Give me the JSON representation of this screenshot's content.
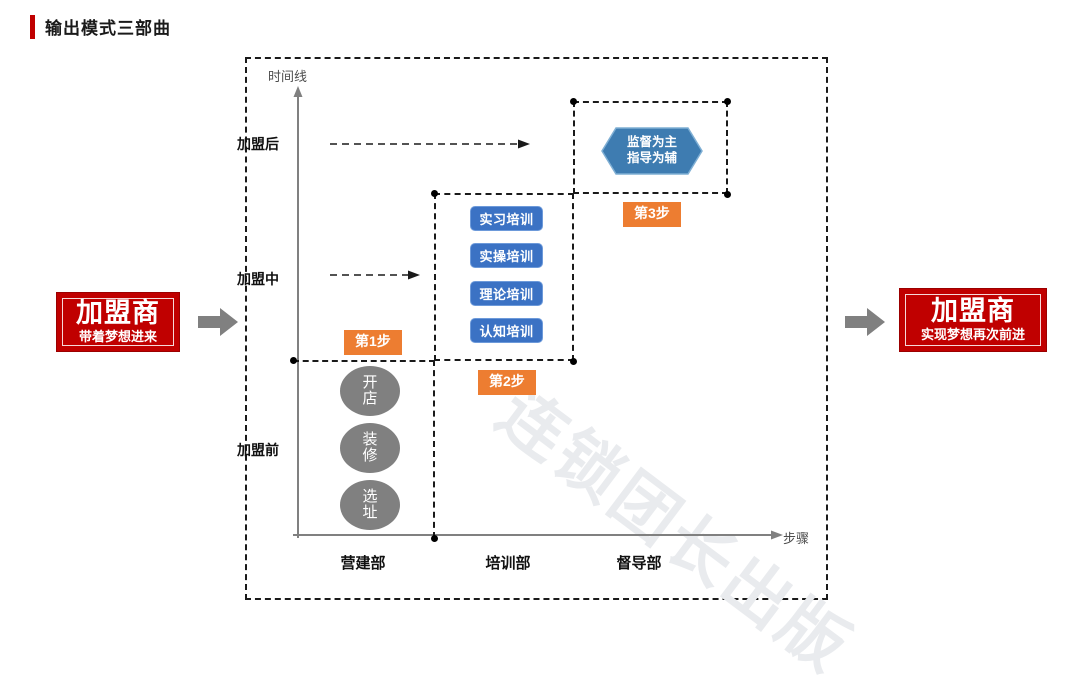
{
  "title": {
    "text": "输出模式三部曲",
    "accent_color": "#C00000"
  },
  "colors": {
    "red": "#C00000",
    "orange": "#ED7D31",
    "blue": "#3B72C4",
    "hexagon_blue": "#3E7CB1",
    "gray": "#808080",
    "watermark": "#e9ebee"
  },
  "entry": {
    "main": "加盟商",
    "sub": "带着梦想进来"
  },
  "exit": {
    "main": "加盟商",
    "sub": "实现梦想再次前进"
  },
  "axes": {
    "y_label": "时间线",
    "x_label": "步骤",
    "tiers": [
      {
        "label": "加盟后"
      },
      {
        "label": "加盟中"
      },
      {
        "label": "加盟前"
      }
    ],
    "departments": [
      "营建部",
      "培训部",
      "督导部"
    ]
  },
  "steps": [
    {
      "chip": "第1步"
    },
    {
      "chip": "第2步"
    },
    {
      "chip": "第3步"
    }
  ],
  "pre_join_items": [
    {
      "line1": "开",
      "line2": "店"
    },
    {
      "line1": "装",
      "line2": "修"
    },
    {
      "line1": "选",
      "line2": "址"
    }
  ],
  "training_items": [
    {
      "label": "实习培训"
    },
    {
      "label": "实操培训"
    },
    {
      "label": "理论培训"
    },
    {
      "label": "认知培训"
    }
  ],
  "hexagon": {
    "line1": "监督为主",
    "line2": "指导为辅"
  },
  "watermark": {
    "text": "连锁团长出版"
  }
}
